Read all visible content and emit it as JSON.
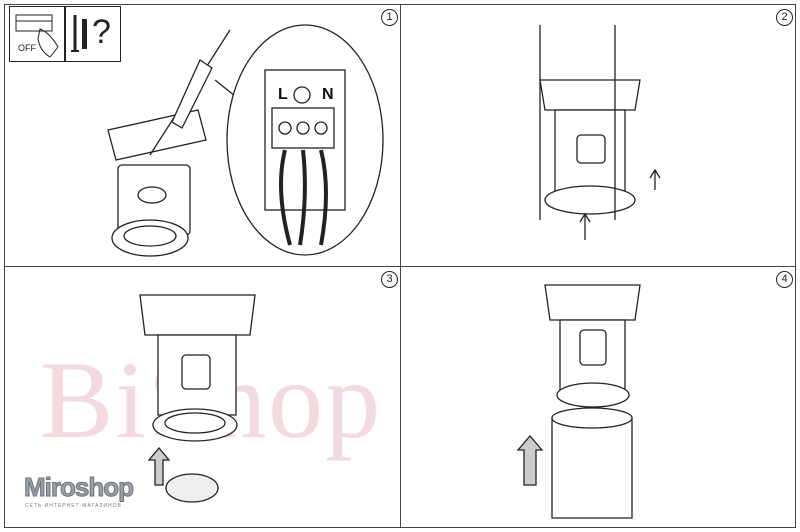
{
  "steps": [
    "1",
    "2",
    "3",
    "4"
  ],
  "icons": {
    "off_label": "OFF",
    "question": "?",
    "items": [
      "breaker-off-icon",
      "screw-anchor-icon"
    ]
  },
  "terminal": {
    "live": "L",
    "neutral": "N"
  },
  "watermark": {
    "logo": "BiShop",
    "brand": "Miroshop",
    "tagline": "СЕТЬ ИНТЕРНЕТ-МАГАЗИНОВ"
  }
}
